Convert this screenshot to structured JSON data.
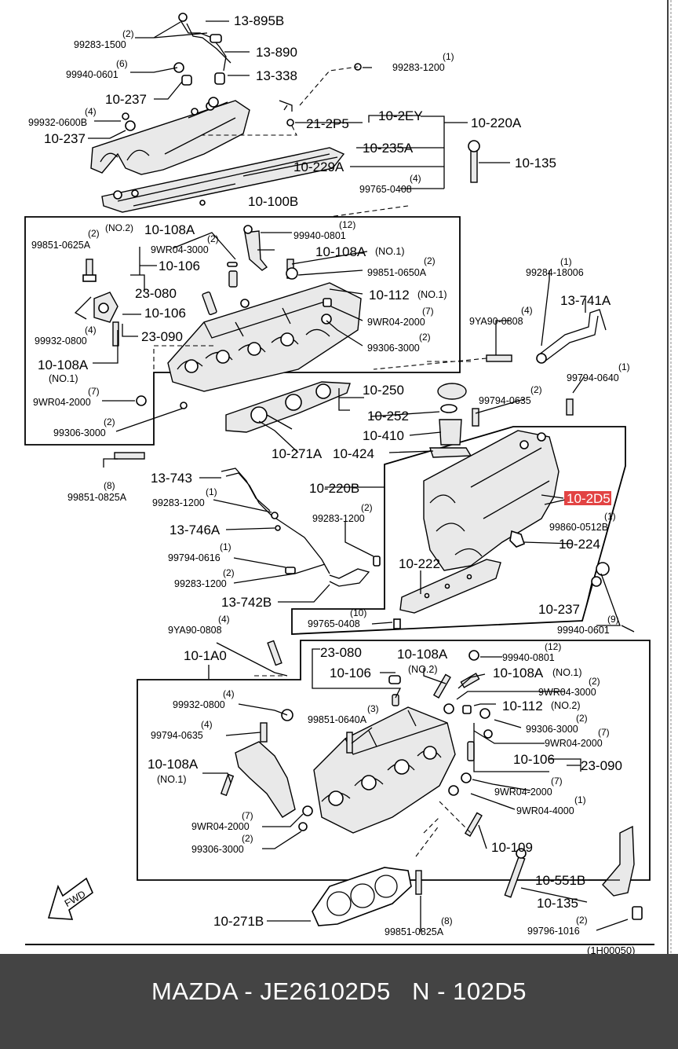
{
  "banner": {
    "text": "MAZDA - JE26102D5   N - 102D5",
    "background": "#444444",
    "text_color": "#ffffff"
  },
  "diagram": {
    "ref_code": "(1H00050)",
    "fwd_label": "FWD",
    "highlight_color": "#dd2222",
    "highlighted_part": "10-2D5",
    "labels": [
      "13-895B",
      "99283-1500",
      "(2)",
      "13-890",
      "99940-0601",
      "(6)",
      "13-338",
      "99283-1200",
      "(1)",
      "10-237",
      "99932-0600B",
      "(4)",
      "21-2P5",
      "10-2EY",
      "10-220A",
      "10-237",
      "10-235A",
      "10-135",
      "10-229A",
      "99765-0408",
      "(4)",
      "10-100B",
      "99851-0625A",
      "(2)",
      "(NO.2)",
      "10-108A",
      "99940-0801",
      "(12)",
      "9WR04-3000",
      "(2)",
      "10-108A",
      "(NO.1)",
      "10-106",
      "99851-0650A",
      "(2)",
      "23-080",
      "10-112",
      "(NO.1)",
      "99284-18006",
      "(1)",
      "10-106",
      "9WR04-2000",
      "(7)",
      "13-741A",
      "23-090",
      "99306-3000",
      "(2)",
      "99932-0800",
      "(4)",
      "9YA90-0808",
      "(4)",
      "10-108A",
      "(NO.1)",
      "99794-0640",
      "(1)",
      "10-250",
      "99794-0635",
      "(2)",
      "9WR04-2000",
      "(7)",
      "10-252",
      "99306-3000",
      "(2)",
      "10-410",
      "10-271A",
      "10-424",
      "99851-0825A",
      "(8)",
      "13-743",
      "10-220B",
      "99283-1200",
      "(1)",
      "10-2D5",
      "99283-1200",
      "(2)",
      "99860-0512B",
      "(1)",
      "13-746A",
      "10-224",
      "99794-0616",
      "(1)",
      "10-222",
      "99283-1200",
      "(2)",
      "13-742B",
      "10-237",
      "99765-0408",
      "(10)",
      "99940-0601",
      "(9)",
      "9YA90-0808",
      "(4)",
      "10-1A0",
      "23-080",
      "10-108A",
      "(NO.2)",
      "10-106",
      "99940-0801",
      "(12)",
      "10-108A",
      "(NO.1)",
      "99932-0800",
      "(4)",
      "9WR04-3000",
      "(2)",
      "99794-0635",
      "(4)",
      "99851-0640A",
      "(3)",
      "10-112",
      "(NO.2)",
      "99306-3000",
      "(2)",
      "10-108A",
      "(NO.1)",
      "9WR04-2000",
      "(7)",
      "10-106",
      "23-090",
      "9WR04-2000",
      "(7)",
      "9WR04-4000",
      "(1)",
      "9WR04-2000",
      "(7)",
      "99306-3000",
      "(2)",
      "10-109",
      "10-551B",
      "10-135",
      "10-271B",
      "99851-0825A",
      "(8)",
      "99796-1016",
      "(2)"
    ]
  }
}
